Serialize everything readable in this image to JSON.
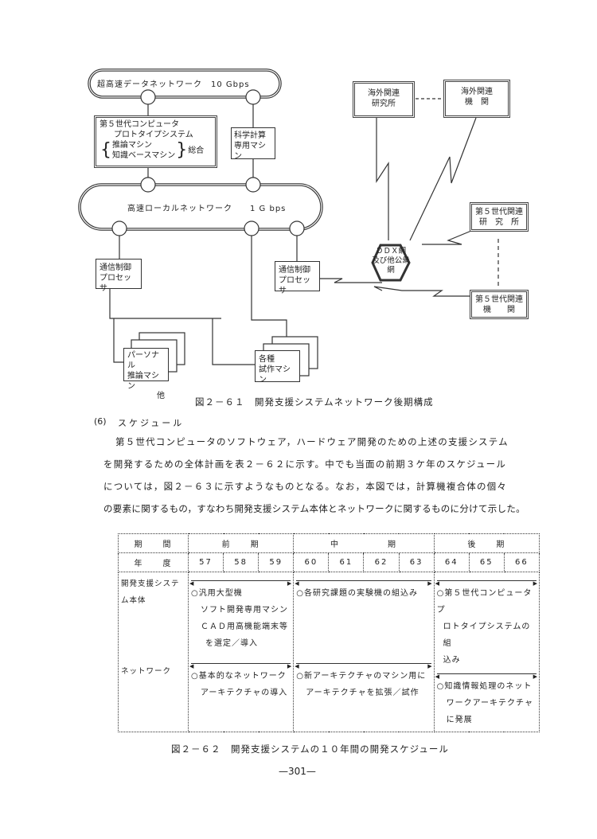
{
  "figure1": {
    "super_network": "超高速データネットワーク　10 Gbps",
    "fifth_gen_box": [
      "第５世代コンピュータ",
      "プロトタイプシステム",
      "推論マシン",
      "知識ベースマシン",
      "総合"
    ],
    "science_box": [
      "科学計算",
      "専用マシン"
    ],
    "local_network": "高速ローカルネットワーク　　1 G bps",
    "comm_proc_left": [
      "通信制御",
      "プロセッサ"
    ],
    "comm_proc_right": [
      "通信制御",
      "プロセッサ"
    ],
    "personal_machines": [
      "パーソナル",
      "推論マシン",
      "他"
    ],
    "trial_machines": [
      "各種",
      "試作マシン"
    ],
    "overseas_lab": [
      "海外関連",
      "研究所"
    ],
    "overseas_org": [
      "海外関連",
      "機　関"
    ],
    "ddx": [
      "ＤＤＸ網",
      "及び他公衆",
      "網"
    ],
    "fifth_lab": [
      "第５世代関連",
      "研　究　所"
    ],
    "fifth_org": [
      "第５世代関連",
      "機　　関"
    ],
    "caption": "図２－６１　開発支援システムネットワーク後期構成"
  },
  "section": {
    "heading_num": "(6)",
    "heading": "スケジュール",
    "paragraph": [
      "第５世代コンピュータのソフトウェア，ハードウェア開発のための上述の支援システム",
      "を開発するための全体計画を表２－６２に示す。中でも当面の前期３ケ年のスケジュール",
      "については，図２－６３に示すようなものとなる。なお，本図では，計算機複合体の個々",
      "の要素に関するもの，すなわち開発支援システム本体とネットワークに関するものに分けて示した。"
    ]
  },
  "table": {
    "period_label": "期　　間",
    "year_label": "年　　度",
    "periods": [
      "前　　期",
      "中　　　　　期",
      "後　　期"
    ],
    "years": [
      "57",
      "58",
      "59",
      "60",
      "61",
      "62",
      "63",
      "64",
      "65",
      "66"
    ],
    "rows": [
      {
        "label": "開発支援システム本体",
        "cells": [
          [
            "○汎用大型機",
            "ソフト開発専用マシン",
            "ＣＡＤ用高機能端末等",
            "を選定／導入"
          ],
          [
            "○各研究課題の実験機の組込み"
          ],
          [
            "○第５世代コンピュータプ",
            "ロトタイプシステムの組",
            "込み"
          ]
        ]
      },
      {
        "label": "ネットワーク",
        "cells": [
          [
            "○基本的なネットワーク",
            "アーキテクチャの導入"
          ],
          [
            "○新アーキテクチャのマシン用に",
            "アーキテクチャを拡張／試作"
          ],
          [
            "○知識情報処理のネット",
            "ワークアーキテクチャ",
            "に発展"
          ]
        ]
      }
    ],
    "caption": "図２－６２　開発支援システムの１０年間の開発スケジュール"
  },
  "page_number": "—301—"
}
